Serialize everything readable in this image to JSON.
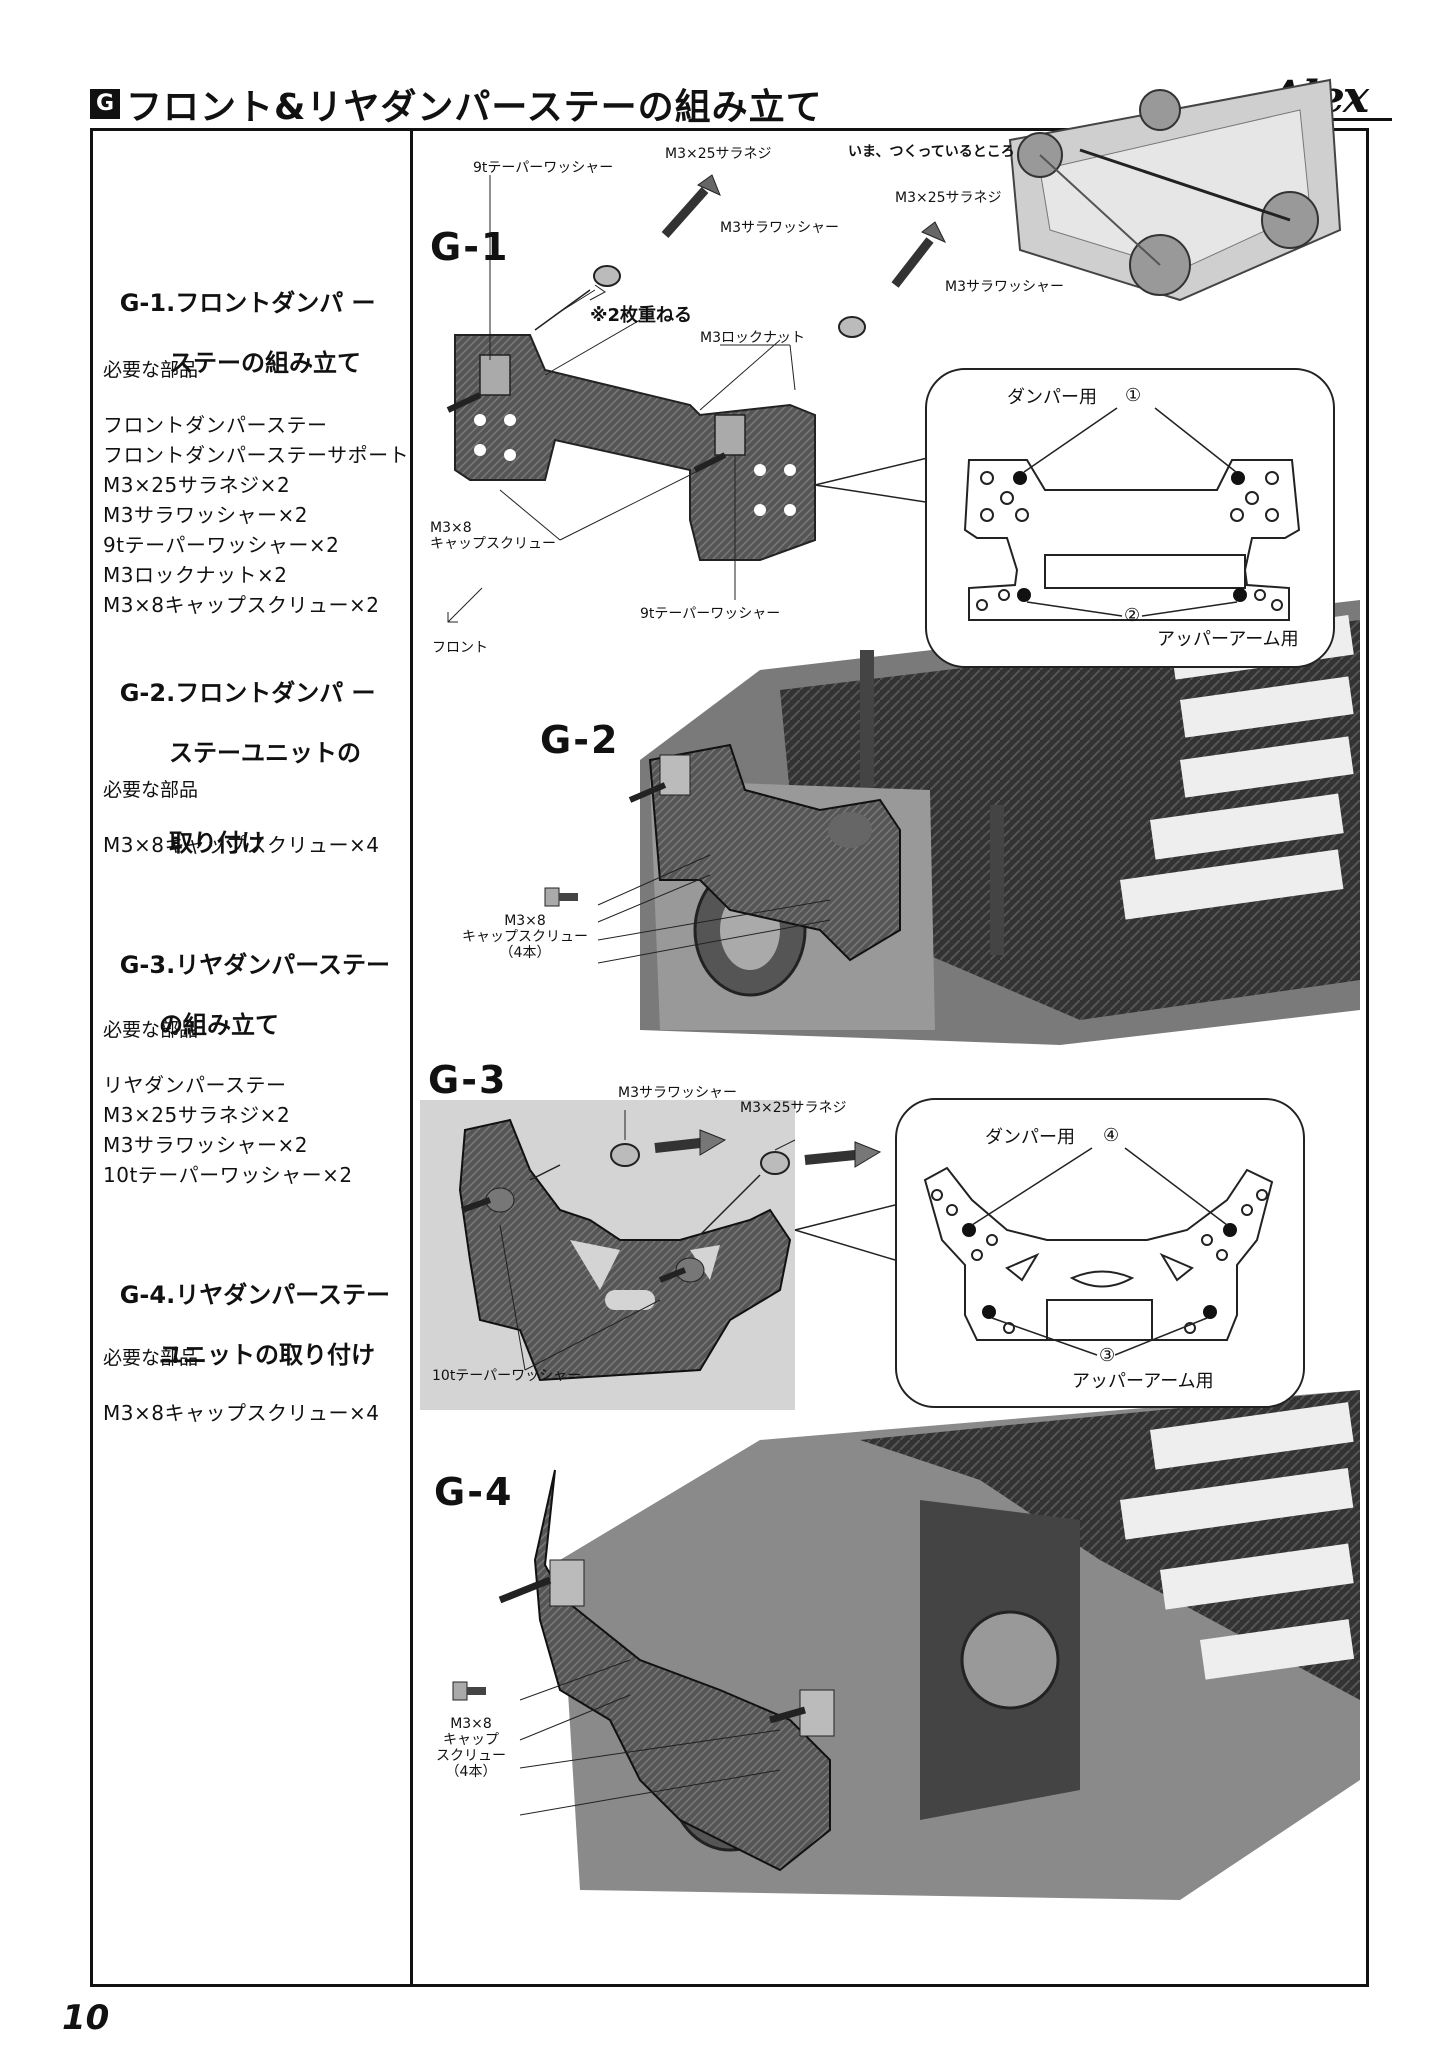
{
  "header": {
    "badge": "G",
    "title": "フロント&リヤダンパーステーの組み立て",
    "logo": "Alex"
  },
  "page_number": "10",
  "sections": [
    {
      "title_line1": "G-1.フロントダンパ ー",
      "title_line2": "ステーの組み立て",
      "title_line3": "",
      "parts_head": "必要な部品",
      "parts": [
        "フロントダンパーステー",
        "フロントダンパーステーサポート",
        "M3×25サラネジ×2",
        "M3サラワッシャー×2",
        "9tテーパーワッシャー×2",
        "M3ロックナット×2",
        "M3×8キャップスクリュー×2"
      ]
    },
    {
      "title_line1": "G-2.フロントダンパ ー",
      "title_line2": "ステーユニットの",
      "title_line3": "取り付け",
      "parts_head": "必要な部品",
      "parts": [
        "M3×8キャップスクリュー×4"
      ]
    },
    {
      "title_line1": "G-3.リヤダンパーステー",
      "title_line2": "の組み立て",
      "title_line3": "",
      "parts_head": "必要な部品",
      "parts": [
        "リヤダンパーステー",
        "M3×25サラネジ×2",
        "M3サラワッシャー×2",
        "10tテーパーワッシャー×2"
      ]
    },
    {
      "title_line1": "G-4.リヤダンパーステー",
      "title_line2": "ユニットの取り付け",
      "title_line3": "",
      "parts_head": "必要な部品",
      "parts": [
        "M3×8キャップスクリュー×4"
      ]
    }
  ],
  "figures": {
    "g1": {
      "label": "G-1",
      "current_build": "いま、つくっているところ",
      "callouts": {
        "taper_washer_top": "9tテーパーワッシャー",
        "screw_25_a": "M3×25サラネジ",
        "washer_a": "M3サラワッシャー",
        "screw_25_b": "M3×25サラネジ",
        "washer_b": "M3サラワッシャー",
        "stack_note": "※2枚重ねる",
        "lock_nut": "M3ロックナット",
        "cap_screw_1": "M3×8",
        "cap_screw_2": "キャップスクリュー",
        "taper_washer_bottom": "9tテーパーワッシャー",
        "front": "フロント"
      },
      "detail": {
        "top_label": "ダンパー用",
        "top_num": "①",
        "bottom_num": "②",
        "bottom_label": "アッパーアーム用"
      }
    },
    "g2": {
      "label": "G-2",
      "callouts": {
        "line1": "M3×8",
        "line2": "キャップスクリュー",
        "line3": "（4本）"
      }
    },
    "g3": {
      "label": "G-3",
      "callouts": {
        "washer": "M3サラワッシャー",
        "screw_25": "M3×25サラネジ",
        "taper_washer": "10tテーパーワッシャー"
      },
      "detail": {
        "top_label": "ダンパー用",
        "top_num": "④",
        "bottom_num": "③",
        "bottom_label": "アッパーアーム用"
      }
    },
    "g4": {
      "label": "G-4",
      "callouts": {
        "line1": "M3×8",
        "line2": "キャップ",
        "line3": "スクリュー",
        "line4": "（4本）"
      }
    }
  }
}
